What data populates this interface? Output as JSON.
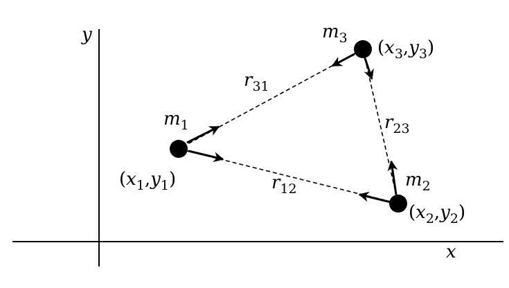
{
  "axes": {
    "x_label": "x",
    "y_label": "y"
  },
  "masses": [
    {
      "mass_var": "m",
      "mass_sub": "1",
      "x_var": "x",
      "x_sub": "1",
      "y_var": "y",
      "y_sub": "1"
    },
    {
      "mass_var": "m",
      "mass_sub": "2",
      "x_var": "x",
      "x_sub": "2",
      "y_var": "y",
      "y_sub": "2"
    },
    {
      "mass_var": "m",
      "mass_sub": "3",
      "x_var": "x",
      "x_sub": "3",
      "y_var": "y",
      "y_sub": "3"
    }
  ],
  "separations": [
    {
      "var": "r",
      "sub": "12"
    },
    {
      "var": "r",
      "sub": "23"
    },
    {
      "var": "r",
      "sub": "31"
    }
  ],
  "punctuation": {
    "open": "(",
    "comma": ",",
    "close": ")"
  }
}
